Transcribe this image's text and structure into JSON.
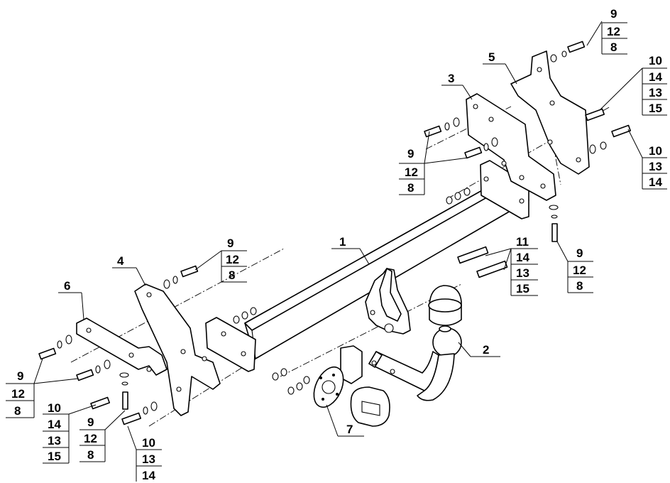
{
  "callouts": {
    "p1": "1",
    "p2": "2",
    "p3": "3",
    "p4": "4",
    "p5": "5",
    "p6": "6",
    "p7": "7",
    "top_right_9": [
      "9",
      "12",
      "8"
    ],
    "right_10a": [
      "10",
      "14",
      "13",
      "15"
    ],
    "right_10b": [
      "10",
      "13",
      "14"
    ],
    "mid_right_9": [
      "9",
      "12",
      "8"
    ],
    "right_bolt_9": [
      "9",
      "12",
      "8"
    ],
    "bolt_11": [
      "11",
      "14",
      "13",
      "15"
    ],
    "left_top_9": [
      "9",
      "12",
      "8"
    ],
    "left_9": [
      "9",
      "12",
      "8"
    ],
    "left_10": [
      "10",
      "14",
      "13",
      "15"
    ],
    "left_center_9": [
      "9",
      "12",
      "8"
    ],
    "bottom_10": [
      "10",
      "13",
      "14"
    ]
  }
}
